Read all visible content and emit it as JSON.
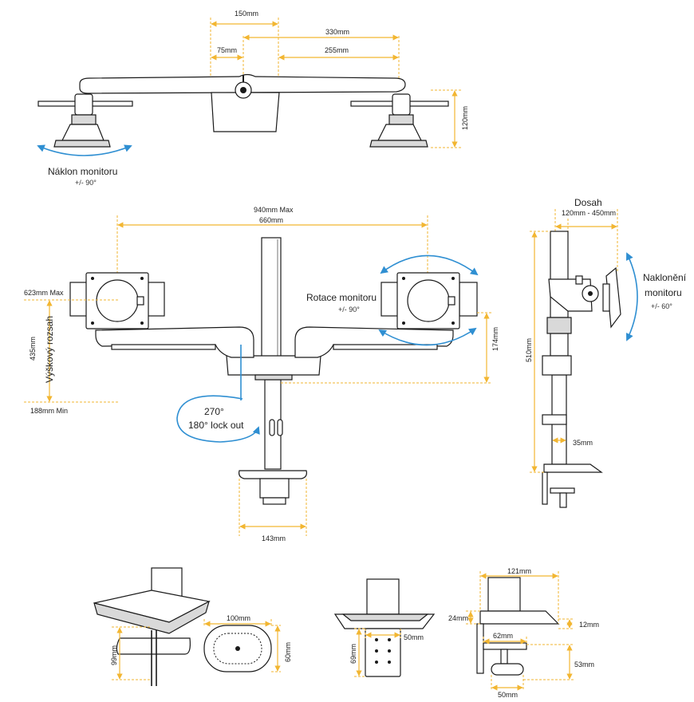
{
  "colors": {
    "dimension": "#f2b632",
    "motion_arrow": "#2f8fd2",
    "product_outline": "#1a1a1a"
  },
  "top_view": {
    "d150": "150mm",
    "d330": "330mm",
    "d75": "75mm",
    "d255": "255mm",
    "d120": "120mm",
    "tilt_label": "Náklon monitoru",
    "tilt_value": "+/- 90°"
  },
  "front_view": {
    "reach_max": "940mm Max",
    "reach_min": "660mm",
    "rotation_label": "Rotace monitoru",
    "rotation_value": "+/- 90°",
    "height_max": "623mm Max",
    "height_range_value": "435mm",
    "height_range_label": "Výškový rozsah",
    "height_min": "188mm Min",
    "d174": "174mm",
    "swivel_main": "270°",
    "swivel_lock": "180° lock out",
    "clamp_width": "143mm"
  },
  "side_view": {
    "reach_label": "Dosah",
    "reach_value": "120mm - 450mm",
    "tilt_label_1": "Naklonění",
    "tilt_label_2": "monitoru",
    "tilt_value": "+/- 60°",
    "d510": "510mm",
    "d35": "35mm"
  },
  "base_details": {
    "d100": "100mm",
    "d99": "99mm",
    "d60": "60mm",
    "d50a": "50mm",
    "d69": "69mm",
    "d121": "121mm",
    "d24": "24mm",
    "d12": "12mm",
    "d62": "62mm",
    "d53": "53mm",
    "d50b": "50mm"
  }
}
